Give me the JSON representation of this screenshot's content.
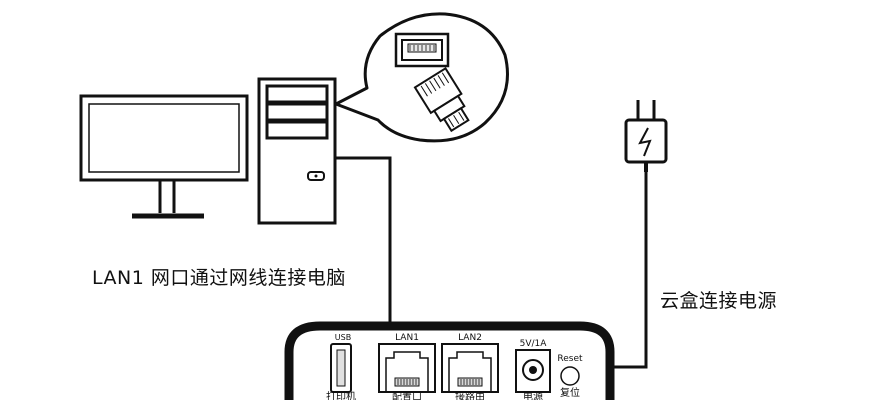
{
  "captions": {
    "lan_caption": "LAN1 网口通过网线连接电脑",
    "power_caption": "云盒连接电源"
  },
  "device": {
    "usb_label": "USB",
    "lan1_label": "LAN1",
    "lan2_label": "LAN2",
    "power_spec": "5V/1A",
    "reset_label": "Reset",
    "printer_label": "打印机",
    "config_port_label": "配置口",
    "router_label": "接路由",
    "power_label": "电源",
    "reset_cn_label": "复位"
  },
  "colors": {
    "line": "#111111",
    "background": "#ffffff"
  }
}
